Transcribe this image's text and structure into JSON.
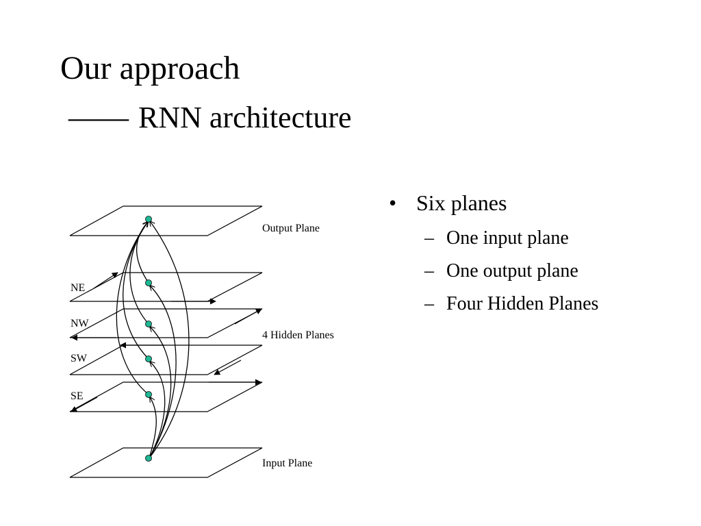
{
  "title": {
    "line1": "Our approach",
    "dash": "——",
    "line2": "RNN architecture"
  },
  "bullets": {
    "main": "Six planes",
    "sub": [
      "One input plane",
      "One output plane",
      "Four Hidden Planes"
    ]
  },
  "diagram": {
    "planes": {
      "output": "Output Plane",
      "hidden_group": "4 Hidden Planes",
      "input": "Input Plane"
    },
    "directions": [
      "NE",
      "NW",
      "SW",
      "SE"
    ],
    "node_color": "#1fb894"
  }
}
